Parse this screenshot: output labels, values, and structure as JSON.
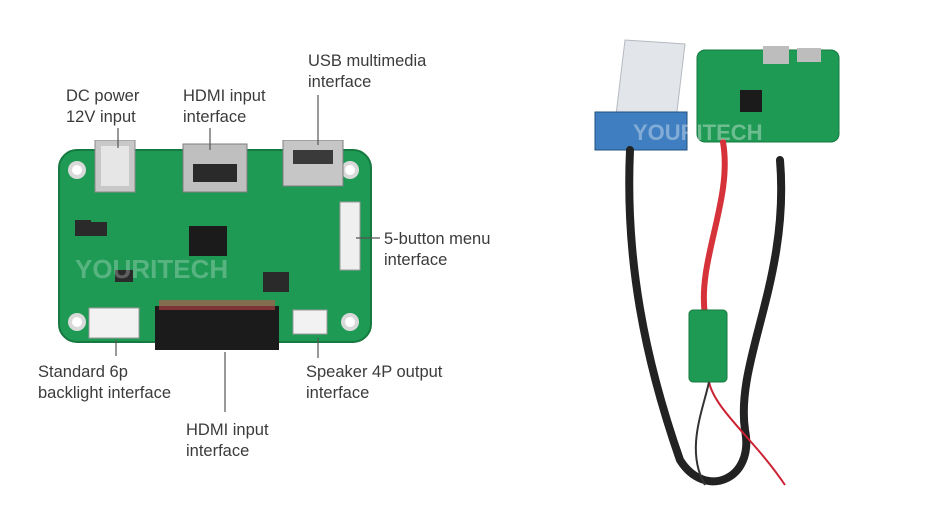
{
  "labels": {
    "dc_power": [
      "DC power",
      "12V input"
    ],
    "hdmi_top": [
      "HDMI input",
      "interface"
    ],
    "usb": [
      "USB multimedia",
      "interface"
    ],
    "menu": [
      "5-button menu",
      "interface"
    ],
    "backlight": [
      "Standard 6p",
      "backlight interface"
    ],
    "hdmi_bottom": [
      "HDMI input",
      "interface"
    ],
    "speaker": [
      "Speaker 4P output",
      "interface"
    ]
  },
  "watermark": "YOURITECH",
  "colors": {
    "pcb": "#1f9a55",
    "pcb_dark": "#157a40",
    "connector_black": "#1b1b1b",
    "connector_white": "#f2f2f2",
    "metal": "#b9b9b9",
    "cable_red": "#d6323a",
    "cable_black": "#222222",
    "ribbon": "#e2e6ea"
  }
}
